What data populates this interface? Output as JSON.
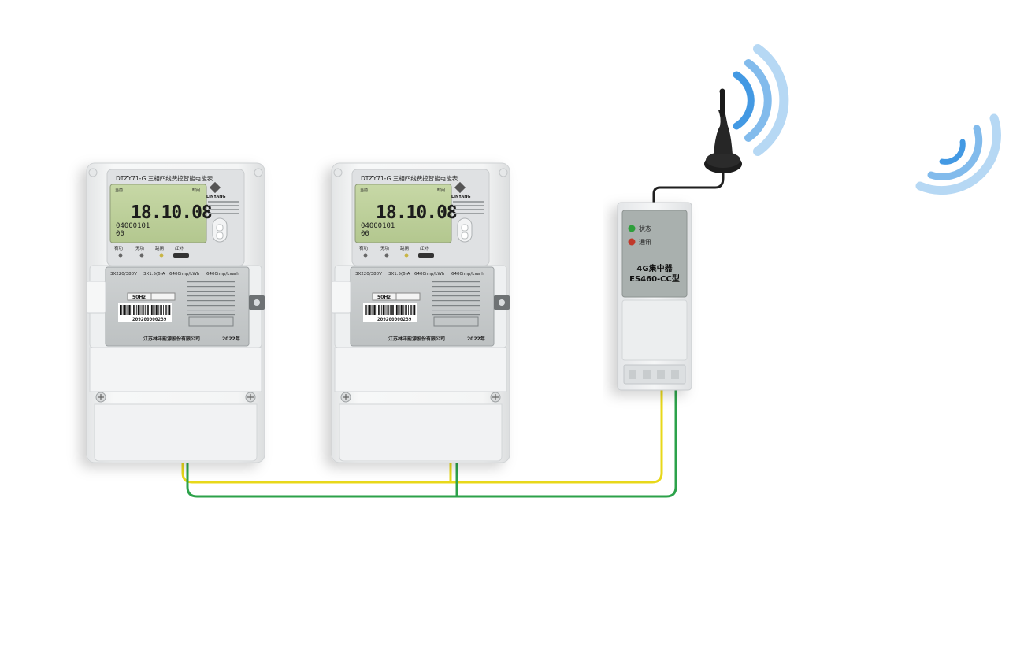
{
  "meters": [
    {
      "model_title": "DTZY71-G 三相四线费控智能电能表",
      "display_reading": "18.10.08",
      "display_sub1": "04000101",
      "display_sub2": "00",
      "lcd_tag_left": "当前",
      "lcd_tag_right": "时间",
      "brand": "LINYANG",
      "indicator_labels": [
        "有功",
        "无功",
        "跳闸",
        "红外"
      ],
      "spec_voltage": "3X220/380V",
      "spec_current": "3X1.5(6)A",
      "spec_active_const": "6400imp/kWh",
      "spec_reactive_const": "6400imp/kvarh",
      "frequency": "50Hz",
      "serial_number": "209200000239",
      "manufacturer": "江苏林洋能源股份有限公司",
      "year": "2022年"
    },
    {
      "model_title": "DTZY71-G 三相四线费控智能电能表",
      "display_reading": "18.10.08",
      "display_sub1": "04000101",
      "display_sub2": "00",
      "lcd_tag_left": "当前",
      "lcd_tag_right": "时间",
      "brand": "LINYANG",
      "indicator_labels": [
        "有功",
        "无功",
        "跳闸",
        "红外"
      ],
      "spec_voltage": "3X220/380V",
      "spec_current": "3X1.5(6)A",
      "spec_active_const": "6400imp/kWh",
      "spec_reactive_const": "6400imp/kvarh",
      "frequency": "50Hz",
      "serial_number": "209200000239",
      "manufacturer": "江苏林洋能源股份有限公司",
      "year": "2022年"
    }
  ],
  "concentrator": {
    "status_label": "状态",
    "comm_label": "通讯",
    "name": "4G集中器",
    "model": "ES460-CC型",
    "status_led_color": "#2f9e3a",
    "comm_led_color": "#c0392b"
  },
  "wires": {
    "yellow": "#e8d81a",
    "green": "#2ca24a",
    "antenna_cable": "#1f1f1f"
  },
  "signal_color": "#2f8ee0"
}
